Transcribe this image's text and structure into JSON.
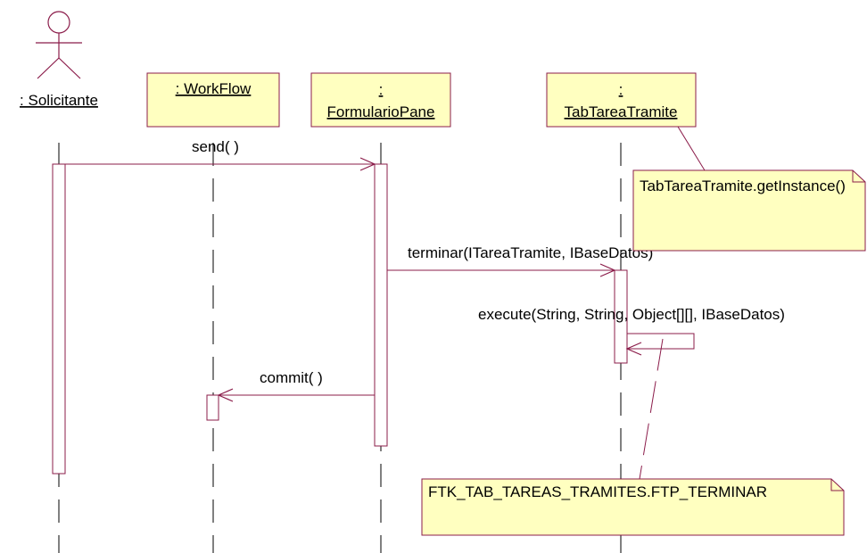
{
  "colors": {
    "stroke": "#8b1c4a",
    "box_fill": "#ffffc0",
    "text": "#000000"
  },
  "actor": {
    "label": ": Solicitante",
    "icon": "stick-figure-icon"
  },
  "objects": {
    "workflow": {
      "label": ": WorkFlow"
    },
    "formulario": {
      "line1": ":",
      "line2": "FormularioPane"
    },
    "tabtarea": {
      "line1": ":",
      "line2": "TabTareaTramite"
    }
  },
  "messages": {
    "send": "send( )",
    "terminar": "terminar(ITareaTramite, IBaseDatos)",
    "execute": "execute(String, String, Object[][], IBaseDatos)",
    "commit": "commit( )"
  },
  "notes": {
    "getinstance": "TabTareaTramite.getInstance()",
    "ftp": "FTK_TAB_TAREAS_TRAMITES.FTP_TERMINAR"
  }
}
